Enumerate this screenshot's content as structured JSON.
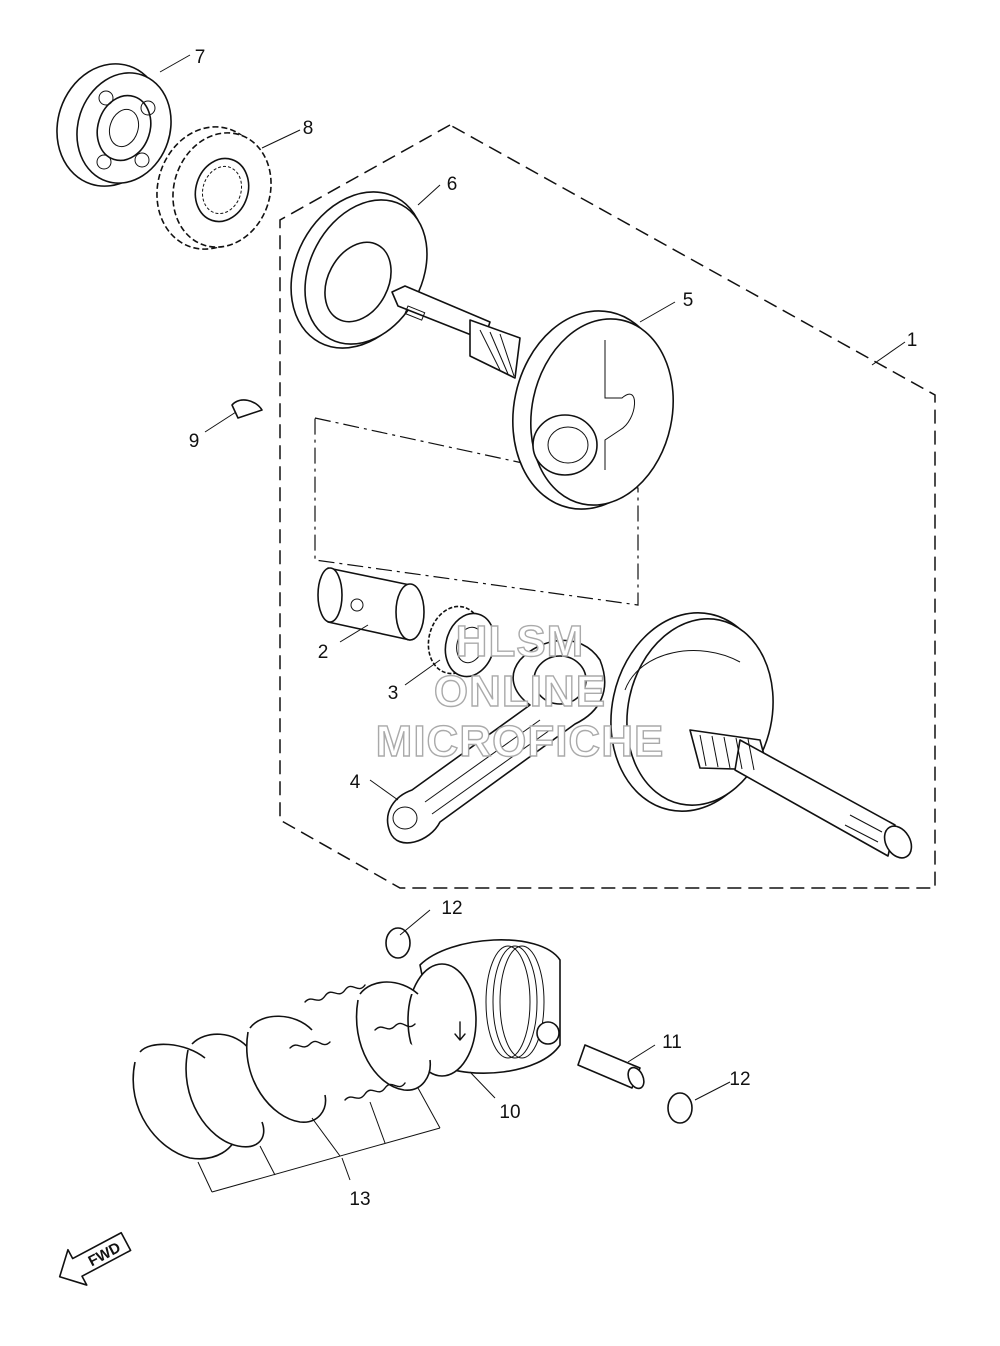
{
  "callouts": {
    "c1": "1",
    "c2": "2",
    "c3": "3",
    "c4": "4",
    "c5": "5",
    "c6": "6",
    "c7": "7",
    "c8": "8",
    "c9": "9",
    "c10": "10",
    "c11": "11",
    "c12a": "12",
    "c12b": "12",
    "c13": "13"
  },
  "watermark": {
    "line1": "HLSM",
    "line2": "ONLINE",
    "line3": "MICROFICHE"
  },
  "direction_badge": {
    "label": "FWD"
  }
}
